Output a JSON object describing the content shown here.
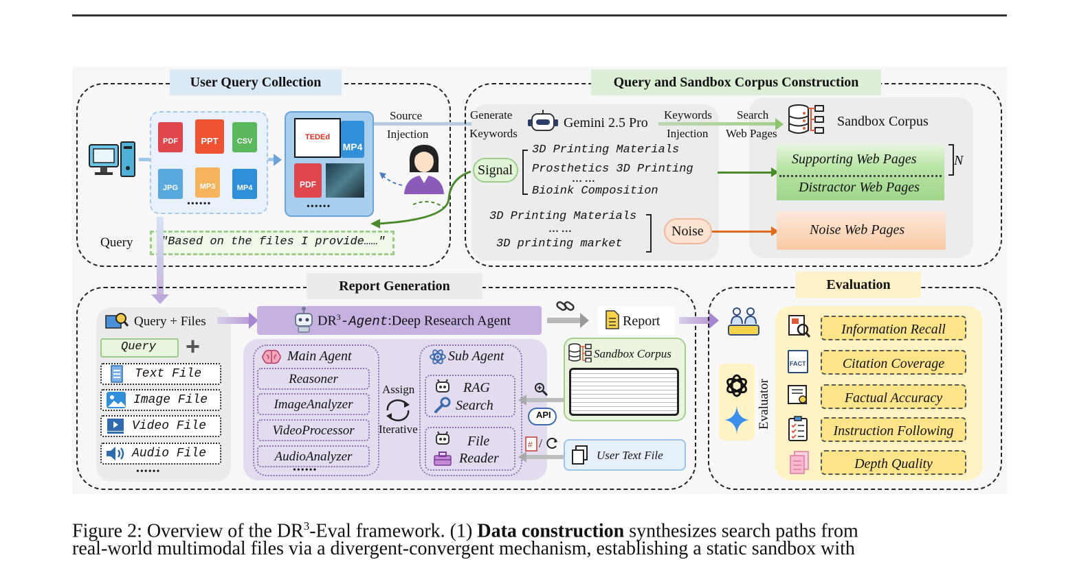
{
  "sections": {
    "user_query": "User Query Collection",
    "query_sandbox": "Query and Sandbox Corpus Construction",
    "report_gen": "Report Generation",
    "evaluation": "Evaluation"
  },
  "uq": {
    "file_types": [
      "PDF",
      "PPT",
      "CSV",
      "JPG",
      "MP3",
      "MP4"
    ],
    "more": "••••••",
    "source_injection": [
      "Source",
      "Injection"
    ],
    "tedx_logo": "TEDEd",
    "query_label": "Query",
    "query_text": "\"Based on the files I provide……\""
  },
  "qs": {
    "generate_keywords": [
      "Generate",
      "Keywords"
    ],
    "gemini": "Gemini 2.5 Pro",
    "keywords_injection": [
      "Keywords",
      "Injection"
    ],
    "search_web_pages": [
      "Search",
      "Web Pages"
    ],
    "sandbox_corpus": "Sandbox Corpus",
    "signal": "Signal",
    "signal_items": [
      "3D Printing Materials",
      "Prosthetics 3D Printing",
      "… …",
      "Bioink Composition"
    ],
    "noise": "Noise",
    "noise_items": [
      "3D Printing Materials",
      "… …",
      "3D printing market"
    ],
    "supporting": "Supporting Web Pages",
    "distractor": "Distractor Web Pages",
    "noise_pages": "Noise Web Pages",
    "n": "N"
  },
  "rg": {
    "query_files": "Query + Files",
    "agent_prefix": "DR",
    "agent_sup": "3",
    "agent_name": "-Agent",
    "agent_desc": ":Deep Research Agent",
    "report": "Report",
    "query_btn": "Query",
    "files": [
      "Text File",
      "Image File",
      "Video File",
      "Audio File"
    ],
    "more": "••••••",
    "main_agent": "Main Agent",
    "main_items": [
      "Reasoner",
      "ImageAnalyzer",
      "VideoProcessor",
      "AudioAnalyzer"
    ],
    "assign": "Assign",
    "iterative": "Iterative",
    "sub_agent": "Sub Agent",
    "rag": [
      "RAG",
      "Search"
    ],
    "file_reader": [
      "File",
      "Reader"
    ],
    "sandbox_corpus": "Sandbox Corpus",
    "user_text_file": "User Text File",
    "api": "API",
    "slash": "/"
  },
  "ev": {
    "evaluator": "Evaluator",
    "fact": "FACT",
    "metrics": [
      "Information Recall",
      "Citation Coverage",
      "Factual Accuracy",
      "Instruction Following",
      "Depth Quality"
    ]
  },
  "caption": {
    "prefix": "Figure 2: Overview of the DR",
    "sup": "3",
    "mid": "-Eval framework. (1) ",
    "bold": "Data construction",
    "rest": " synthesizes search paths from",
    "line2": "real-world multimodal files via a divergent-convergent mechanism, establishing a static sandbox with"
  },
  "colors": {
    "uq_title_bg": "#dbe9f7",
    "qs_title_bg": "#dcefd6",
    "rg_title_bg": "#ebebeb",
    "ev_title_bg": "#fdf1c8",
    "supporting_bg": "#b9e4a6",
    "noise_bg": "#f9c9a4",
    "eval_box": "#ffe58a"
  }
}
